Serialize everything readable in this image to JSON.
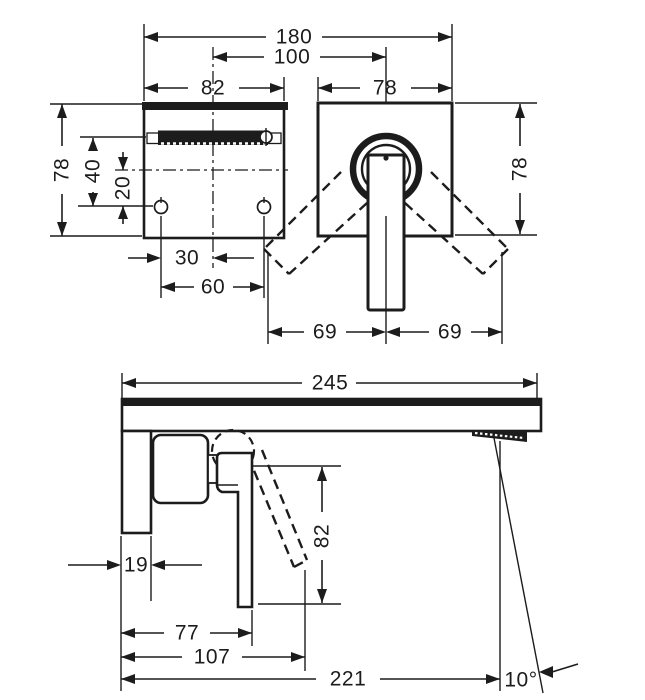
{
  "front_view": {
    "total_width": "180",
    "centers_distance": "100",
    "spout_plate_width": "82",
    "escutcheon_width": "78",
    "left_height": "78",
    "outlet_to_holes": "40",
    "center_to_holes": "20",
    "hole_to_center": "30",
    "holes_spacing": "60",
    "right_height": "78",
    "swing_left": "69",
    "swing_right": "69"
  },
  "side_view": {
    "spout_length": "245",
    "wall_plate_depth": "19",
    "handle_height": "82",
    "handle_reach": "77",
    "handle_tip_reach": "107",
    "outlet_reach": "221",
    "stream_angle": "10°"
  }
}
